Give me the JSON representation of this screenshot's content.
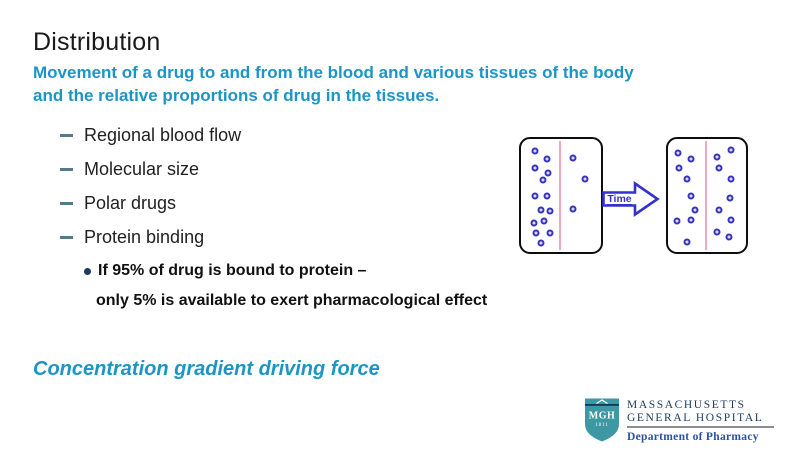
{
  "slide": {
    "title": "Distribution",
    "subtitle_line1": "Movement of a drug to and from the blood and various tissues of the body",
    "subtitle_line2": "and the relative proportions of drug in the tissues.",
    "bullets": [
      "Regional blood flow",
      "Molecular size",
      "Polar drugs",
      "Protein binding"
    ],
    "sub_bullet_line1": "If 95% of drug is bound to protein –",
    "sub_bullet_line2": "only 5% is available to exert pharmacological effect",
    "footer_emphasis": "Concentration gradient driving force"
  },
  "diagram": {
    "arrow_label": "Time",
    "boxes": [
      {
        "dots": [
          [
            0.17,
            0.11
          ],
          [
            0.33,
            0.18
          ],
          [
            0.17,
            0.26
          ],
          [
            0.34,
            0.3
          ],
          [
            0.27,
            0.36
          ],
          [
            0.17,
            0.5
          ],
          [
            0.33,
            0.5
          ],
          [
            0.25,
            0.63
          ],
          [
            0.36,
            0.64
          ],
          [
            0.16,
            0.74
          ],
          [
            0.29,
            0.73
          ],
          [
            0.19,
            0.83
          ],
          [
            0.36,
            0.83
          ],
          [
            0.25,
            0.92
          ],
          [
            0.65,
            0.17
          ],
          [
            0.8,
            0.35
          ],
          [
            0.65,
            0.62
          ]
        ]
      },
      {
        "dots": [
          [
            0.13,
            0.12
          ],
          [
            0.29,
            0.18
          ],
          [
            0.14,
            0.26
          ],
          [
            0.24,
            0.35
          ],
          [
            0.3,
            0.5
          ],
          [
            0.35,
            0.63
          ],
          [
            0.11,
            0.73
          ],
          [
            0.29,
            0.72
          ],
          [
            0.24,
            0.91
          ],
          [
            0.81,
            0.1
          ],
          [
            0.63,
            0.16
          ],
          [
            0.66,
            0.26
          ],
          [
            0.81,
            0.35
          ],
          [
            0.8,
            0.52
          ],
          [
            0.65,
            0.63
          ],
          [
            0.81,
            0.72
          ],
          [
            0.63,
            0.82
          ],
          [
            0.78,
            0.87
          ]
        ]
      }
    ]
  },
  "logo": {
    "shield_text": "MGH",
    "shield_year": "1811",
    "org_line1": "MASSACHUSETTS",
    "org_line2": "GENERAL HOSPITAL",
    "department": "Department of Pharmacy"
  },
  "colors": {
    "accent_teal": "#1c95c5",
    "molecule_dot_blue": "#3634bd",
    "membrane_pink": "#f2a6c3",
    "arrow_blue": "#3333cc",
    "logo_navy": "#1b3a5c",
    "logo_shield_teal": "#3e98a4",
    "logo_department_blue": "#2b52a3",
    "sub_bullet_navy": "#1f3864"
  }
}
